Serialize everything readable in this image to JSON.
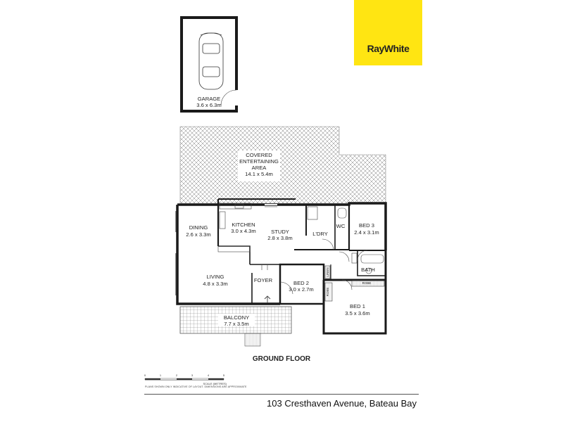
{
  "brand": {
    "name": "RayWhite",
    "color": "#ffe512"
  },
  "floor_title": "GROUND FLOOR",
  "address": "103 Cresthaven Avenue, Bateau Bay",
  "scale": {
    "label": "SCALE (METRES)",
    "ticks": [
      "0",
      "1",
      "2",
      "3",
      "4",
      "5"
    ],
    "note": "PLANS SHOWN ONLY INDICATIVE OF LAYOUT. DIMENSIONS ARE APPROXIMATE"
  },
  "rooms": {
    "garage": {
      "name": "GARAGE",
      "dims": "3.6 x 6.3m"
    },
    "covered": {
      "line1": "COVERED",
      "line2": "ENTERTAINING",
      "line3": "AREA",
      "dims": "14.1 x 5.4m"
    },
    "dining": {
      "name": "DINING",
      "dims": "2.6 x 3.3m"
    },
    "kitchen": {
      "name": "KITCHEN",
      "dims": "3.0 x 4.3m"
    },
    "study": {
      "name": "STUDY",
      "dims": "2.8 x 3.8m"
    },
    "laundry": {
      "name": "L'DRY"
    },
    "wc": {
      "name": "WC"
    },
    "bed3": {
      "name": "BED 3",
      "dims": "2.4 x 3.1m"
    },
    "bath": {
      "name": "BATH"
    },
    "linen": {
      "name": "LINEN"
    },
    "robe_bed2": {
      "name": "ROBE"
    },
    "robe_bed1": {
      "name": "ROBE"
    },
    "living": {
      "name": "LIVING",
      "dims": "4.8 x 3.3m"
    },
    "foyer": {
      "name": "FOYER"
    },
    "bed2": {
      "name": "BED 2",
      "dims": "3.0 x 2.7m"
    },
    "bed1": {
      "name": "BED 1",
      "dims": "3.5 x 3.6m"
    },
    "balcony": {
      "name": "BALCONY",
      "dims": "7.7 x 3.5m"
    }
  }
}
